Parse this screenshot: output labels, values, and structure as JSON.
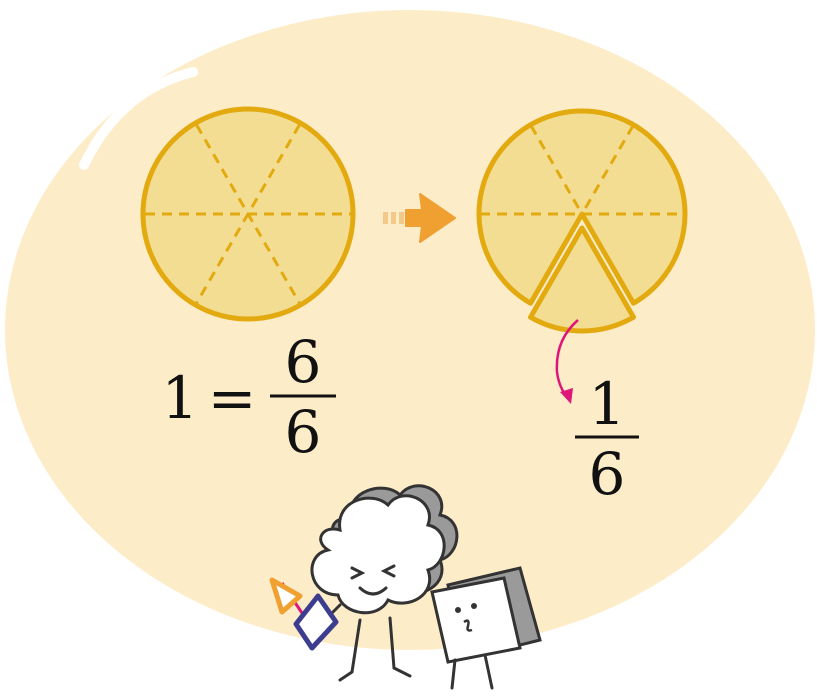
{
  "colors": {
    "background_bubble": "#fdecc8",
    "pie_fill": "#f2dd92",
    "pie_stroke": "#e3aa10",
    "arrow": "#f0a030",
    "pointer_arrow": "#e0157a",
    "highlight": "#ffffff"
  },
  "left_equation": {
    "whole": "1",
    "equals": "=",
    "numerator": "6",
    "denominator": "6"
  },
  "right_fraction": {
    "numerator": "1",
    "denominator": "6"
  },
  "pie": {
    "slices": 6,
    "removed_slices": 1
  },
  "icons": {
    "transition_arrow": "right-arrow-icon",
    "pointer_arrow": "curved-arrow-icon",
    "shapes": [
      "triangle-icon",
      "diamond-icon"
    ]
  }
}
